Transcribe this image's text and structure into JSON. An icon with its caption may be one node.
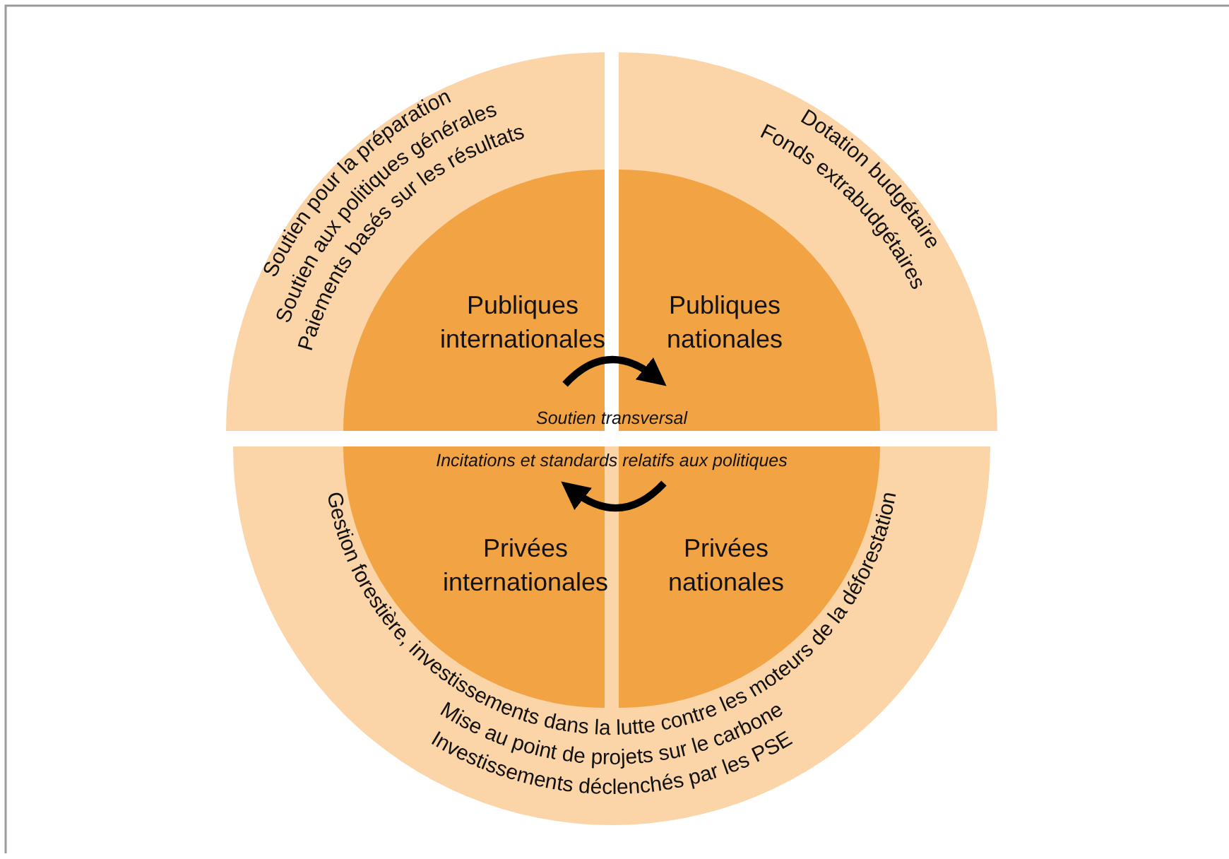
{
  "diagram": {
    "nodes": [
      {
        "text": [
          "Soutien pour la préparation",
          "Soutien aux politiques générales",
          "Paiements basés sur les résultats"
        ]
      },
      {
        "text": [
          "Publiques internationales"
        ],
        "in": 0
      },
      {
        "text": [
          "Dotation budgétaire",
          "Fonds extrabudgétaires"
        ]
      },
      {
        "text": [
          "Publiques nationales"
        ],
        "in": 2
      },
      {
        "text": [
          "Gestion forestière, investissements dans la lutte contre les moteurs de la déforestation",
          "Mise au point de projets sur le carbone",
          "Investissements déclenchés par les PSE"
        ]
      },
      {
        "text": [
          "Privées internationales"
        ],
        "in": 4
      },
      {
        "text": [
          "Privées nationales"
        ],
        "in": 4
      }
    ],
    "edges": [
      {
        "from": 1,
        "to": 3,
        "arrow": "to",
        "label": "Soutien transversal"
      },
      {
        "from": 6,
        "to": 5,
        "arrow": "to",
        "label": "Incitations et standards relatifs aux politiques"
      }
    ]
  }
}
